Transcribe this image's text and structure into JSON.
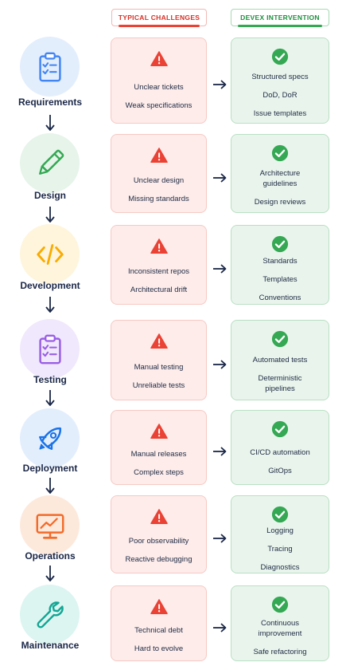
{
  "headers": {
    "challenges": "TYPICAL CHALLENGES",
    "intervention": "DEVEX INTERVENTION"
  },
  "colors": {
    "challenge_accent": "#ea4335",
    "intervention_accent": "#34a853",
    "challenge_bg": "#fdecea",
    "intervention_bg": "#e9f5ec",
    "label_text": "#1a2747"
  },
  "stages": [
    {
      "label": "Requirements",
      "icon": "clipboard-checklist-icon",
      "icon_color": "#4285f4",
      "circle_bg": "#e3eefd",
      "challenges": [
        [
          "Unclear tickets"
        ],
        [
          "Weak specifications"
        ]
      ],
      "interventions": [
        [
          "Structured specs"
        ],
        [
          "DoD, DoR"
        ],
        [
          "Issue templates"
        ]
      ]
    },
    {
      "label": "Design",
      "icon": "pencil-icon",
      "icon_color": "#34a853",
      "circle_bg": "#e6f4ea",
      "challenges": [
        [
          "Unclear design"
        ],
        [
          "Missing standards"
        ]
      ],
      "interventions": [
        [
          "Architecture",
          "guidelines"
        ],
        [
          "Design reviews"
        ]
      ]
    },
    {
      "label": "Development",
      "icon": "code-brackets-icon",
      "icon_color": "#f9ab00",
      "circle_bg": "#fef5dc",
      "challenges": [
        [
          "Inconsistent repos"
        ],
        [
          "Architectural drift"
        ]
      ],
      "interventions": [
        [
          "Standards"
        ],
        [
          "Templates"
        ],
        [
          "Conventions"
        ]
      ]
    },
    {
      "label": "Testing",
      "icon": "clipboard-checklist-icon",
      "icon_color": "#9a5ee5",
      "circle_bg": "#f0e8fc",
      "challenges": [
        [
          "Manual testing"
        ],
        [
          "Unreliable tests"
        ]
      ],
      "interventions": [
        [
          "Automated tests"
        ],
        [
          "Deterministic",
          "pipelines"
        ]
      ]
    },
    {
      "label": "Deployment",
      "icon": "rocket-icon",
      "icon_color": "#1a73e8",
      "circle_bg": "#e3eefd",
      "challenges": [
        [
          "Manual releases"
        ],
        [
          "Complex steps"
        ]
      ],
      "interventions": [
        [
          "CI/CD automation"
        ],
        [
          "GitOps"
        ]
      ]
    },
    {
      "label": "Operations",
      "icon": "monitor-chart-icon",
      "icon_color": "#f26b2a",
      "circle_bg": "#fde9dc",
      "challenges": [
        [
          "Poor observability"
        ],
        [
          "Reactive debugging"
        ]
      ],
      "interventions": [
        [
          "Logging"
        ],
        [
          "Tracing"
        ],
        [
          "Diagnostics"
        ]
      ]
    },
    {
      "label": "Maintenance",
      "icon": "wrench-icon",
      "icon_color": "#12a594",
      "circle_bg": "#dcf5f1",
      "challenges": [
        [
          "Technical debt"
        ],
        [
          "Hard to evolve"
        ]
      ],
      "interventions": [
        [
          "Continuous",
          "improvement"
        ],
        [
          "Safe refactoring"
        ]
      ]
    }
  ]
}
